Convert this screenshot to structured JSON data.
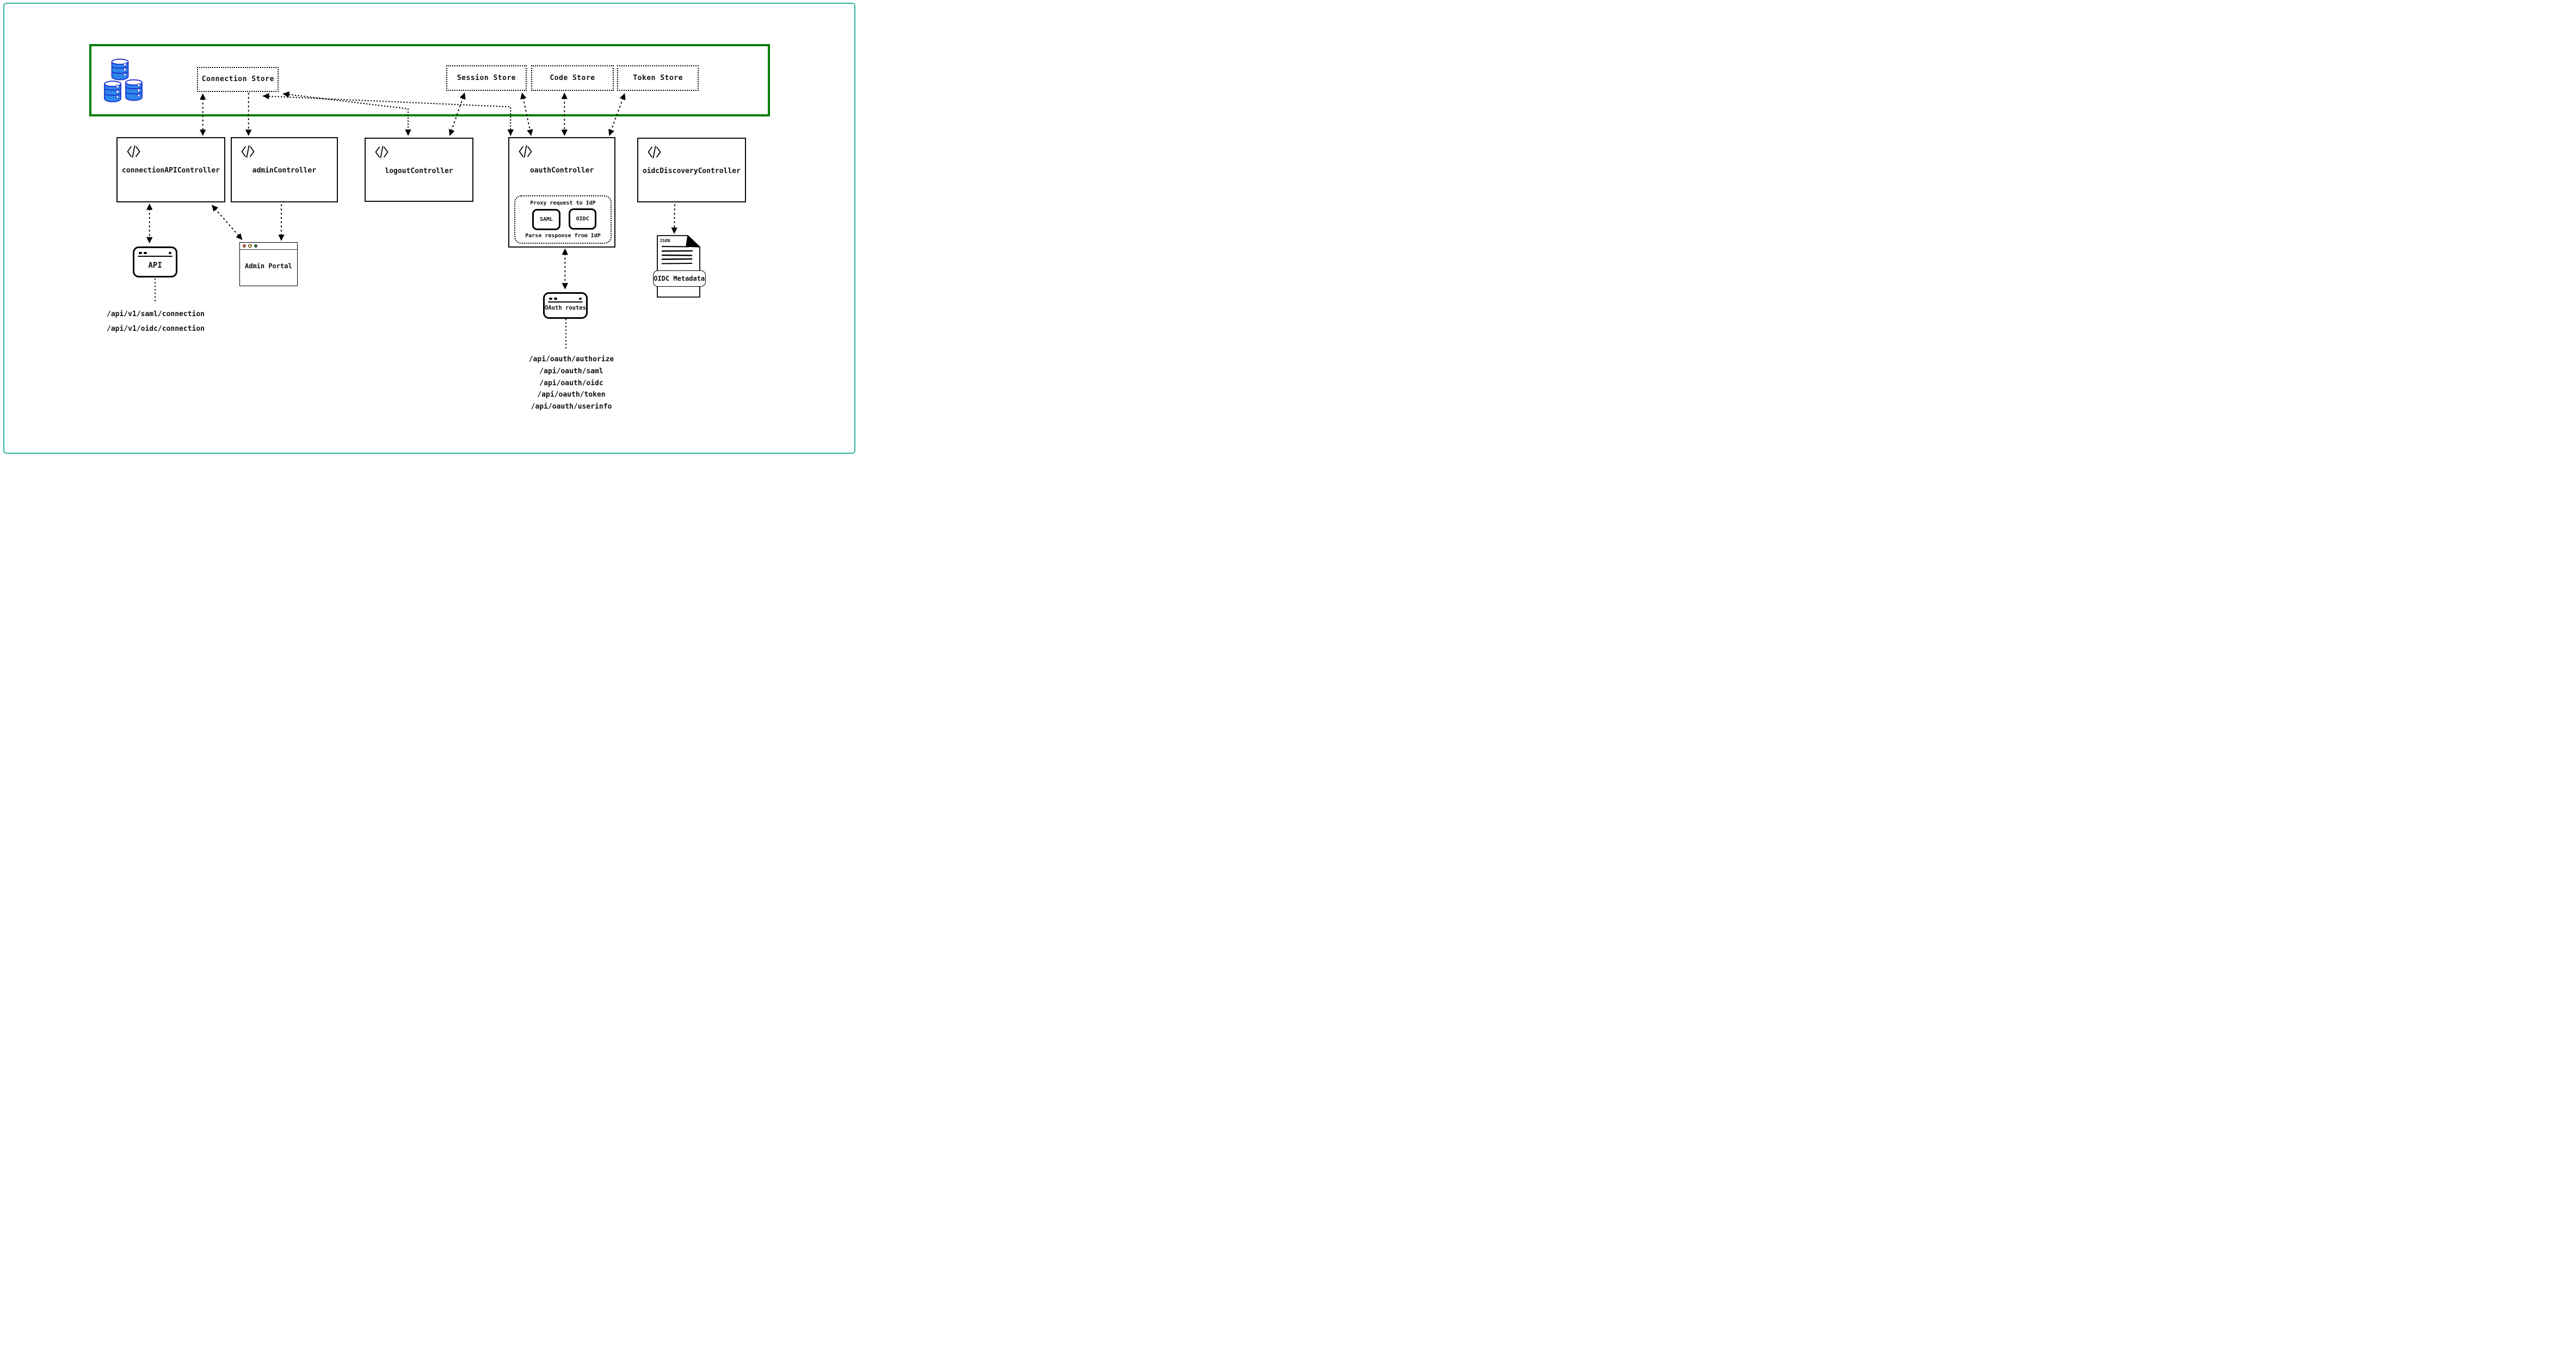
{
  "diagram": {
    "storage_zone": {
      "border_color": "#007d00",
      "database_icon": "database-cylinders-icon",
      "stores": [
        {
          "label": "Connection Store"
        },
        {
          "label": "Session Store"
        },
        {
          "label": "Code Store"
        },
        {
          "label": "Token Store"
        }
      ]
    },
    "controllers": [
      {
        "label": "connectionAPIController",
        "icon": "code-icon"
      },
      {
        "label": "adminController",
        "icon": "code-icon"
      },
      {
        "label": "logoutController",
        "icon": "code-icon"
      },
      {
        "label": "oauthController",
        "icon": "code-icon",
        "idp_proxy": {
          "top_label": "Proxy request to IdP",
          "protocols": [
            {
              "label": "SAML"
            },
            {
              "label": "OIDC"
            }
          ],
          "bottom_label": "Parse response from IdP"
        }
      },
      {
        "label": "oidcDiscoveryController",
        "icon": "code-icon"
      }
    ],
    "api_window": {
      "icon": "browser-window-icon",
      "label": "API",
      "endpoints": [
        "/api/v1/saml/connection",
        "/api/v1/oidc/connection"
      ]
    },
    "admin_portal": {
      "icon": "browser-window-icon",
      "label": "Admin Portal",
      "traffic_light_colors": [
        "#f8625a",
        "#f5cd52",
        "#2b8a3e"
      ]
    },
    "oauth_routes": {
      "icon": "browser-window-icon",
      "label": "OAuth routes",
      "endpoints": [
        "/api/oauth/authorize",
        "/api/oauth/saml",
        "/api/oauth/oidc",
        "/api/oauth/token",
        "/api/oauth/userinfo"
      ]
    },
    "oidc_metadata": {
      "icon": "json-file-icon",
      "file_type_label": "JSON",
      "banner_label": "OIDC Metadata"
    },
    "colors": {
      "outer_border": "#2eb39b",
      "zone_border": "#007d00",
      "db_fill": "#2e88ea",
      "db_stroke": "#1e31d0"
    }
  }
}
